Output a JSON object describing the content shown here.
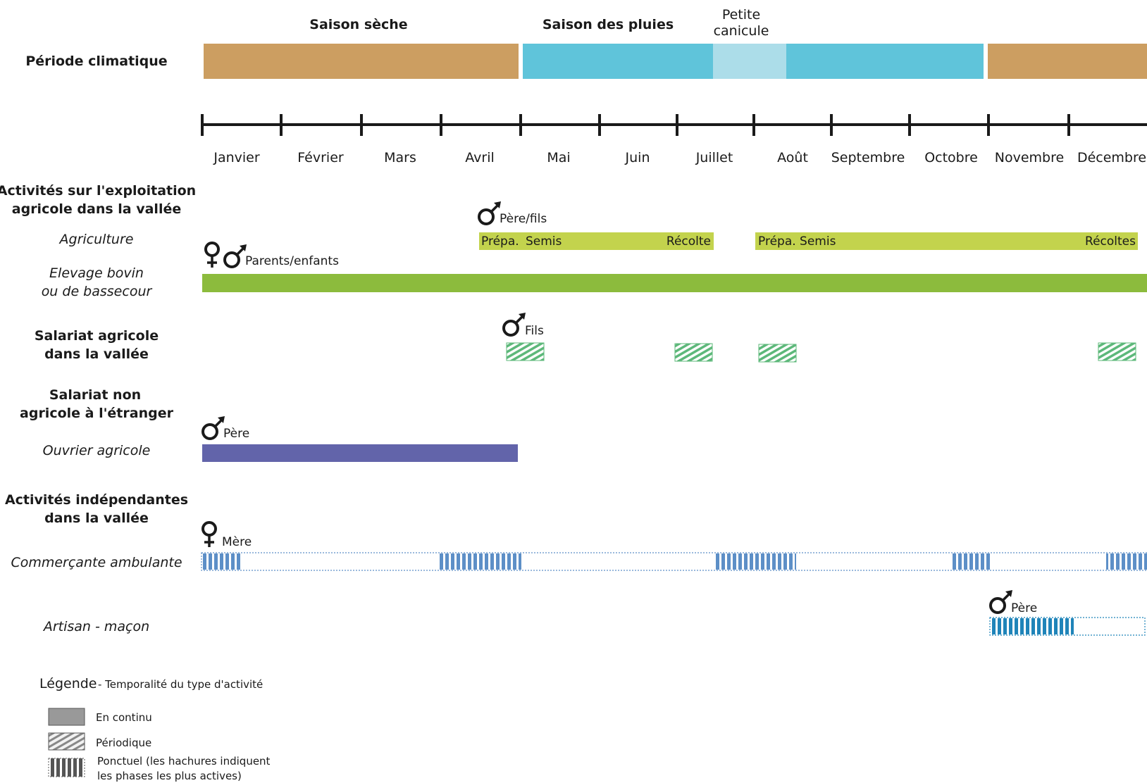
{
  "seasons": {
    "dry": "Saison sèche",
    "rain": "Saison des pluies",
    "canicule_line1": "Petite",
    "canicule_line2": "canicule"
  },
  "rows": {
    "climate": "Période climatique",
    "exploitation_line1": "Activités sur l'exploitation",
    "exploitation_line2": "agricole dans la vallée",
    "agriculture": "Agriculture",
    "elevage_line1": "Elevage bovin",
    "elevage_line2": "ou de bassecour",
    "salariat_line1": "Salariat agricole",
    "salariat_line2": "dans la vallée",
    "salariat_etr_line1": "Salariat non",
    "salariat_etr_line2": "agricole à l'étranger",
    "ouvrier": "Ouvrier agricole",
    "independantes_line1": "Activités indépendantes",
    "independantes_line2": "dans la vallée",
    "commercante": "Commerçante ambulante",
    "artisan": "Artisan - maçon"
  },
  "months": [
    "Janvier",
    "Février",
    "Mars",
    "Avril",
    "Mai",
    "Juin",
    "Juillet",
    "Août",
    "Septembre",
    "Octobre",
    "Novembre",
    "Décembre"
  ],
  "actors": {
    "agri": "Père/fils",
    "elevage": "Parents/enfants",
    "salariat": "Fils",
    "ouvrier": "Père",
    "commercante": "Mère",
    "artisan": "Père"
  },
  "bar_labels": {
    "agri1_prep": "Prépa.",
    "agri1_semis": "Semis",
    "agri1_recolte": "Récolte",
    "agri2_prep": "Prépa. Semis",
    "agri2_recoltes": "Récoltes"
  },
  "legend": {
    "title": "Légende",
    "subtitle": "- Temporalité du type d'activité",
    "continu": "En continu",
    "periodique": "Périodique",
    "ponctuel_line1": "Ponctuel (les hachures indiquent",
    "ponctuel_line2": "les phases les plus actives)"
  },
  "colors": {
    "dry": "#cc9e61",
    "rain": "#5fc4da",
    "canicule": "#acdde9",
    "agriculture": "#c3d34d",
    "elevage": "#8cbb3d",
    "ouvrier": "#6264aa",
    "periodic": "#5db87a",
    "commerce": "#5d8fc7",
    "artisan": "#1f84b9",
    "axis": "#1a1a1a"
  }
}
